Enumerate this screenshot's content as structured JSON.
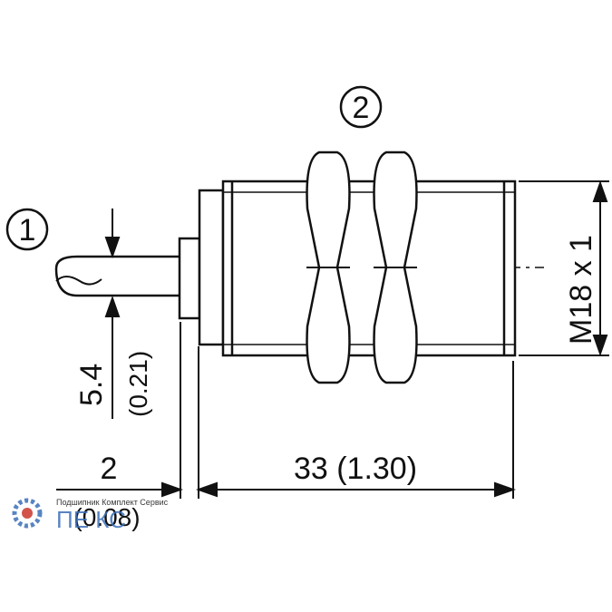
{
  "callouts": {
    "cable_marker": "1",
    "nut_marker": "2"
  },
  "dimensions": {
    "cable_diameter_mm": "5.4",
    "cable_diameter_in": "(0.21)",
    "thread": "M18 x 1",
    "collar_length": "2",
    "collar_length_in": "(0.08)",
    "body_length": "33 (1.30)"
  },
  "watermark": {
    "logo_text": "ПЕ КС",
    "caption": "Подшипник Комплект Сервис"
  },
  "colors": {
    "line": "#111111",
    "watermark": "#c9362b",
    "watermark_gear": "#3b6fb8"
  }
}
